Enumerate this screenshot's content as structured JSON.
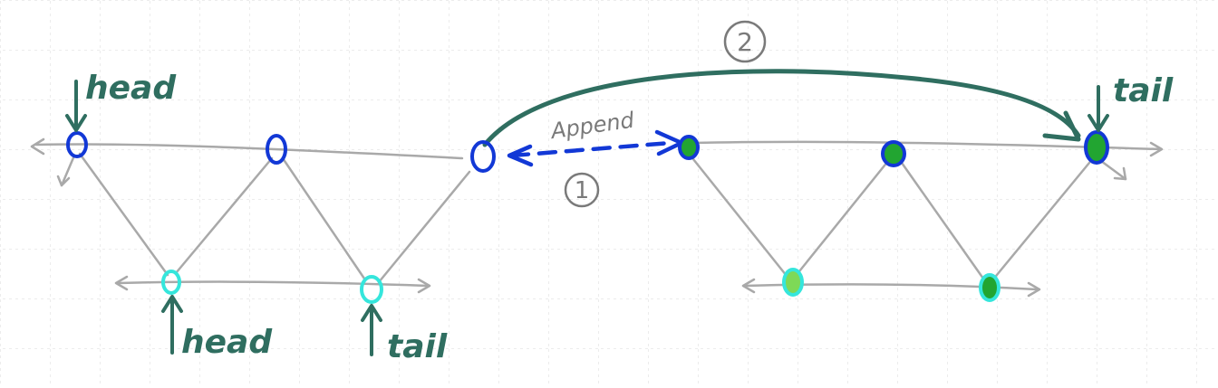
{
  "labels": {
    "head_top": "head",
    "head_bottom": "head",
    "tail_bottom": "tail",
    "tail_top": "tail",
    "append": "Append",
    "step1": "1",
    "step2": "2"
  },
  "colors": {
    "background": "#ffffff",
    "grid": "#d8d8d8",
    "line": "#a9a9a9",
    "blue": "#1238d6",
    "cyan": "#35e6dc",
    "green": "#22a531",
    "teal": "#2f6e60",
    "gray_text": "#7a7a7a"
  }
}
